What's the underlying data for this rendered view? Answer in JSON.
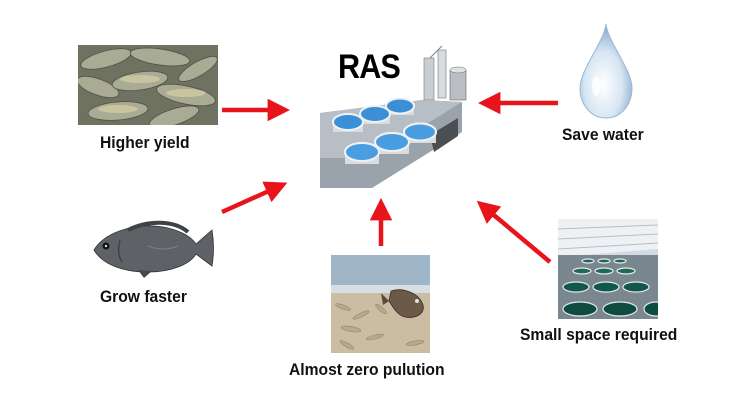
{
  "center": {
    "title": "RAS"
  },
  "benefits": [
    {
      "label": "Higher yield",
      "icon": "fish-pile-icon"
    },
    {
      "label": "Save water",
      "icon": "water-drop-icon"
    },
    {
      "label": "Grow faster",
      "icon": "tilapia-fish-icon"
    },
    {
      "label": "Almost zero pulution",
      "icon": "dead-fish-beach-icon"
    },
    {
      "label": "Small space required",
      "icon": "indoor-tanks-icon"
    }
  ],
  "colors": {
    "arrow": "#e8141b",
    "tank_water": "#3b8fd6",
    "platform": "#9aa3ab"
  }
}
